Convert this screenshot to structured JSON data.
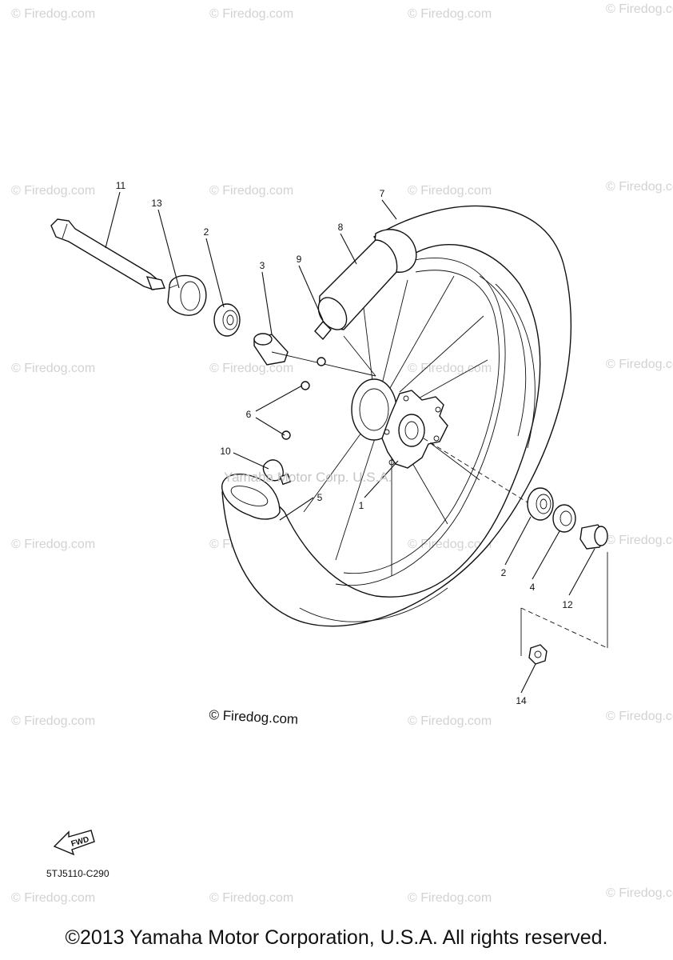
{
  "watermark": {
    "text": "© Firedog.com"
  },
  "center_watermark": "Yamaha Motor Corp. U.S.A.",
  "footer_mark": "© Firedog.com",
  "diagram_code": "5TJ5110-C290",
  "fwd_label": "FWD",
  "copyright": "©2013 Yamaha Motor Corporation, U.S.A. All rights reserved.",
  "callouts": {
    "hub": "1",
    "bearing_left": "2",
    "spacer": "3",
    "bearing_right": "2",
    "collar": "4",
    "rim_band": "5",
    "balance_weight": "6",
    "tire": "7",
    "tube": "8",
    "tube_valve": "9",
    "valve_cap": "10",
    "axle": "11",
    "axle_collar": "12",
    "oil_seal": "13",
    "nut": "14"
  },
  "colors": {
    "line": "#111111",
    "watermark": "#d2d2d2"
  }
}
